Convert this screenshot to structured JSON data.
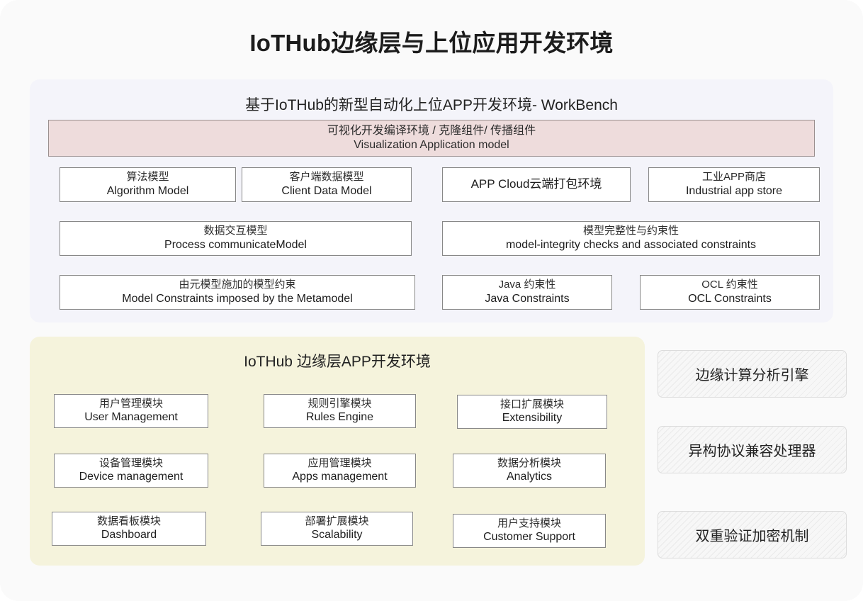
{
  "page": {
    "title": "IoTHub边缘层与上位应用开发环境",
    "background_color": "#fafafa"
  },
  "workbench": {
    "panel_title": "基于IoTHub的新型自动化上位APP开发环境- WorkBench",
    "panel_color": "#f4f4fa",
    "banner": {
      "cn": "可视化开发编译环境 / 克隆组件/ 传播组件",
      "en": "Visualization Application model",
      "color": "#eedcdc"
    },
    "boxes": [
      {
        "cn": "算法模型",
        "en": "Algorithm Model"
      },
      {
        "cn": "客户端数据模型",
        "en": "Client Data Model"
      },
      {
        "cn": "",
        "en": "APP Cloud云端打包环境"
      },
      {
        "cn": "工业APP商店",
        "en": "Industrial app store"
      },
      {
        "cn": "数据交互模型",
        "en": "Process communicateModel"
      },
      {
        "cn": "模型完整性与约束性",
        "en": "model-integrity checks and associated constraints"
      },
      {
        "cn": "由元模型施加的模型约束",
        "en": "Model Constraints imposed by the Metamodel"
      },
      {
        "cn": "Java 约束性",
        "en": "Java Constraints"
      },
      {
        "cn": "OCL 约束性",
        "en": "OCL Constraints"
      }
    ]
  },
  "edge": {
    "panel_title": "IoTHub 边缘层APP开发环境",
    "panel_color": "#f5f3dc",
    "boxes": [
      {
        "cn": "用户管理模块",
        "en": "User Management"
      },
      {
        "cn": "规则引擎模块",
        "en": "Rules Engine"
      },
      {
        "cn": "接口扩展模块",
        "en": "Extensibility"
      },
      {
        "cn": "设备管理模块",
        "en": "Device management"
      },
      {
        "cn": "应用管理模块",
        "en": "Apps management"
      },
      {
        "cn": "数据分析模块",
        "en": "Analytics"
      },
      {
        "cn": "数据看板模块",
        "en": "Dashboard"
      },
      {
        "cn": "部署扩展模块",
        "en": "Scalability"
      },
      {
        "cn": "用户支持模块",
        "en": "Customer Support"
      }
    ]
  },
  "side": {
    "boxes": [
      {
        "label": "边缘计算分析引擎"
      },
      {
        "label": "异构协议兼容处理器"
      },
      {
        "label": "双重验证加密机制"
      }
    ]
  }
}
